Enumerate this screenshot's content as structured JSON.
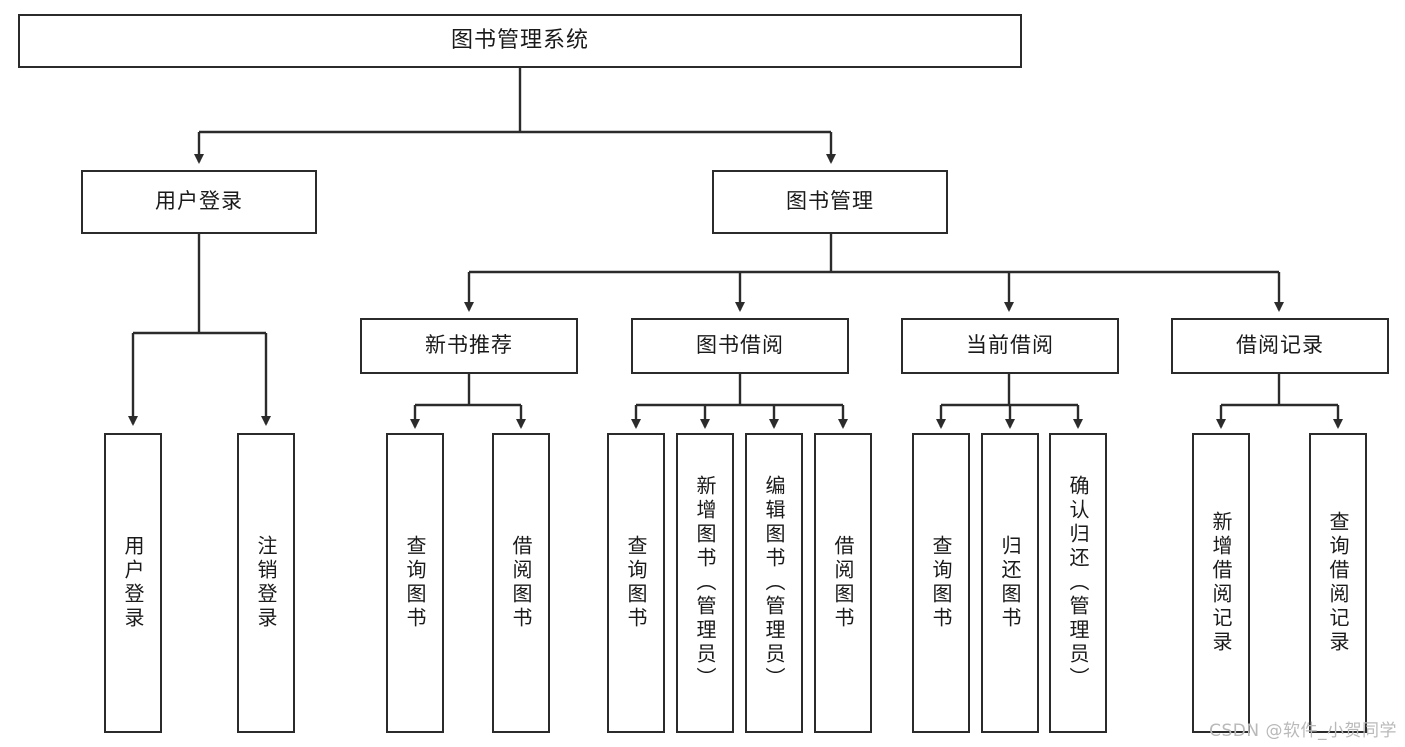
{
  "diagram": {
    "title": "图书管理系统",
    "type": "tree-hierarchy",
    "watermark": "CSDN @软件_小贺同学",
    "colors": {
      "border": "#2b2b2b",
      "background": "#ffffff",
      "text": "#1a1a1a",
      "watermark": "#b9b9b9"
    },
    "root": {
      "label": "图书管理系统"
    },
    "level2": [
      {
        "label": "用户登录"
      },
      {
        "label": "图书管理"
      }
    ],
    "level3": [
      {
        "label": "新书推荐"
      },
      {
        "label": "图书借阅"
      },
      {
        "label": "当前借阅"
      },
      {
        "label": "借阅记录"
      }
    ],
    "leaves": {
      "user_login": [
        {
          "label": "用户登录"
        },
        {
          "label": "注销登录"
        }
      ],
      "new_book_recommend": [
        {
          "label": "查询图书"
        },
        {
          "label": "借阅图书"
        }
      ],
      "book_borrow": [
        {
          "label": "查询图书"
        },
        {
          "label": "新增图书（管理员）"
        },
        {
          "label": "编辑图书（管理员）"
        },
        {
          "label": "借阅图书"
        }
      ],
      "current_borrow": [
        {
          "label": "查询图书"
        },
        {
          "label": "归还图书"
        },
        {
          "label": "确认归还（管理员）"
        }
      ],
      "borrow_record": [
        {
          "label": "新增借阅记录"
        },
        {
          "label": "查询借阅记录"
        }
      ]
    }
  }
}
